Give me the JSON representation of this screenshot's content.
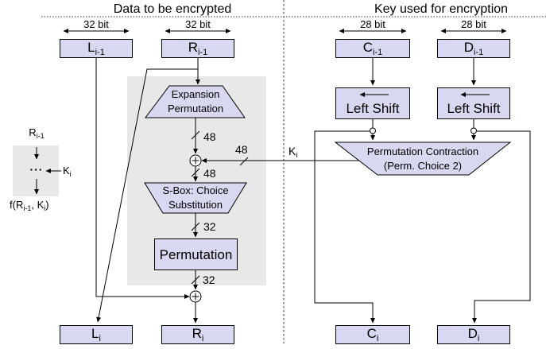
{
  "titles": {
    "left": "Data to be encrypted",
    "right": "Key used for encryption"
  },
  "bit_widths": {
    "l_prev": "32 bit",
    "r_prev": "32 bit",
    "c_prev": "28 bit",
    "d_prev": "28 bit"
  },
  "registers": {
    "l_prev": {
      "base": "L",
      "sub": "i-1"
    },
    "r_prev": {
      "base": "R",
      "sub": "i-1"
    },
    "c_prev": {
      "base": "C",
      "sub": "i-1"
    },
    "d_prev": {
      "base": "D",
      "sub": "i-1"
    },
    "l_i": {
      "base": "L",
      "sub": "i"
    },
    "r_i": {
      "base": "R",
      "sub": "i"
    },
    "c_i": {
      "base": "C",
      "sub": "i"
    },
    "d_i": {
      "base": "D",
      "sub": "i"
    }
  },
  "blocks": {
    "expansion": {
      "line1": "Expansion",
      "line2": "Permutation"
    },
    "sbox": {
      "line1": "S-Box: Choice",
      "line2": "Substitution"
    },
    "permutation": {
      "label": "Permutation"
    },
    "left_shift_c": {
      "label": "Left Shift"
    },
    "left_shift_d": {
      "label": "Left Shift"
    },
    "perm_contraction": {
      "line1": "Permutation Contraction",
      "line2": "(Perm. Choice 2)"
    }
  },
  "wire_labels": {
    "expansion_out": "48",
    "key_in": "48",
    "xor_out": "48",
    "sbox_out": "32",
    "perm_out": "32",
    "key": {
      "base": "K",
      "sub": "i"
    }
  },
  "legend": {
    "input": {
      "base": "R",
      "sub": "i-1"
    },
    "dots": "···",
    "key": {
      "base": "K",
      "sub": "i"
    },
    "output": {
      "pre": "f(R",
      "sub1": "i-1",
      "mid": ", K",
      "sub2": "i",
      "post": ")"
    }
  },
  "colors": {
    "box_fill": "#d8d8f0",
    "box_border": "#000000",
    "panel_gray": "#e8e8e8",
    "wire": "#000000",
    "background": "#ffffff"
  }
}
